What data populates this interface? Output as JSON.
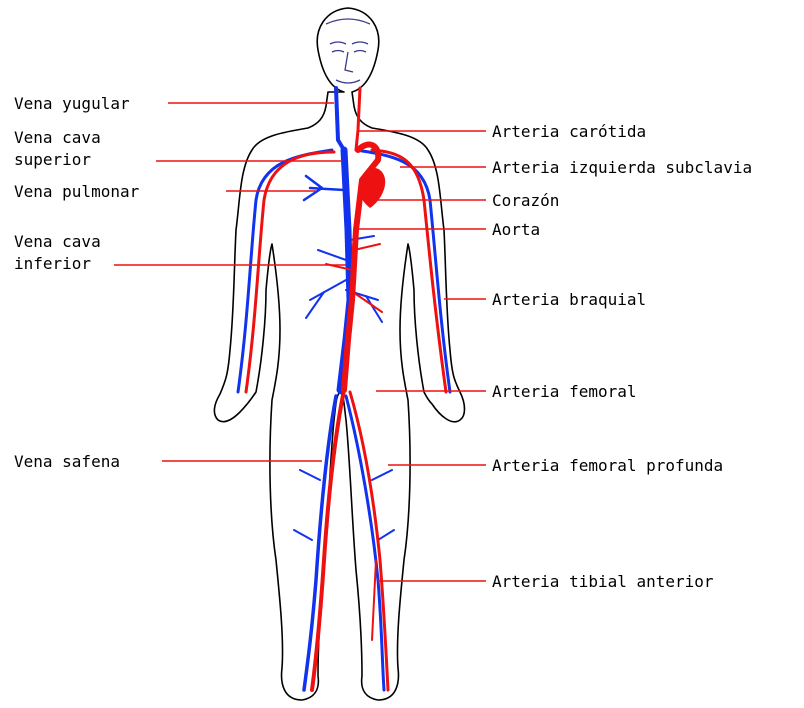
{
  "colors": {
    "artery": "#ee1111",
    "vein": "#1133ee",
    "outline": "#000000",
    "background": "#ffffff"
  },
  "labels_left": [
    {
      "id": "vena-yugular",
      "lines": [
        "Vena yugular"
      ]
    },
    {
      "id": "vena-cava-superior",
      "lines": [
        "Vena cava",
        "superior"
      ]
    },
    {
      "id": "vena-pulmonar",
      "lines": [
        "Vena pulmonar"
      ]
    },
    {
      "id": "vena-cava-inferior",
      "lines": [
        "Vena cava",
        "inferior"
      ]
    },
    {
      "id": "vena-safena",
      "lines": [
        "Vena safena"
      ]
    }
  ],
  "labels_right": [
    {
      "id": "arteria-carotida",
      "lines": [
        "Arteria carótida"
      ]
    },
    {
      "id": "arteria-izquierda-subclavia",
      "lines": [
        "Arteria izquierda subclavia"
      ]
    },
    {
      "id": "corazon",
      "lines": [
        "Corazón"
      ]
    },
    {
      "id": "aorta",
      "lines": [
        "Aorta"
      ]
    },
    {
      "id": "arteria-braquial",
      "lines": [
        "Arteria braquial"
      ]
    },
    {
      "id": "arteria-femoral",
      "lines": [
        "Arteria femoral"
      ]
    },
    {
      "id": "arteria-femoral-profunda",
      "lines": [
        "Arteria femoral profunda"
      ]
    },
    {
      "id": "arteria-tibial-anterior",
      "lines": [
        "Arteria tibial anterior"
      ]
    }
  ]
}
